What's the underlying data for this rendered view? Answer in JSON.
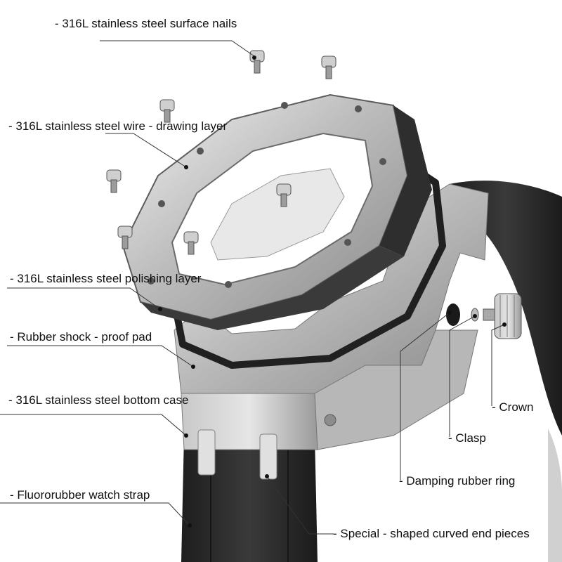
{
  "labels": {
    "surface_nails": "- 316L stainless steel surface nails",
    "wire_drawing_layer": "- 316L stainless steel wire - drawing layer",
    "polishing_layer": "- 316L stainless steel polishing layer",
    "rubber_pad": "- Rubber shock - proof pad",
    "bottom_case": "- 316L stainless steel bottom case",
    "watch_strap": "- Fluororubber watch strap",
    "crown": "- Crown",
    "clasp": "- Clasp",
    "damping_ring": "- Damping rubber ring",
    "end_pieces": "- Special - shaped curved end pieces"
  },
  "colors": {
    "steel_light": "#d9d9d9",
    "steel_mid": "#a9a9a9",
    "steel_dark": "#6f6f6f",
    "rubber": "#2a2a2a",
    "leader_line": "#333333"
  }
}
